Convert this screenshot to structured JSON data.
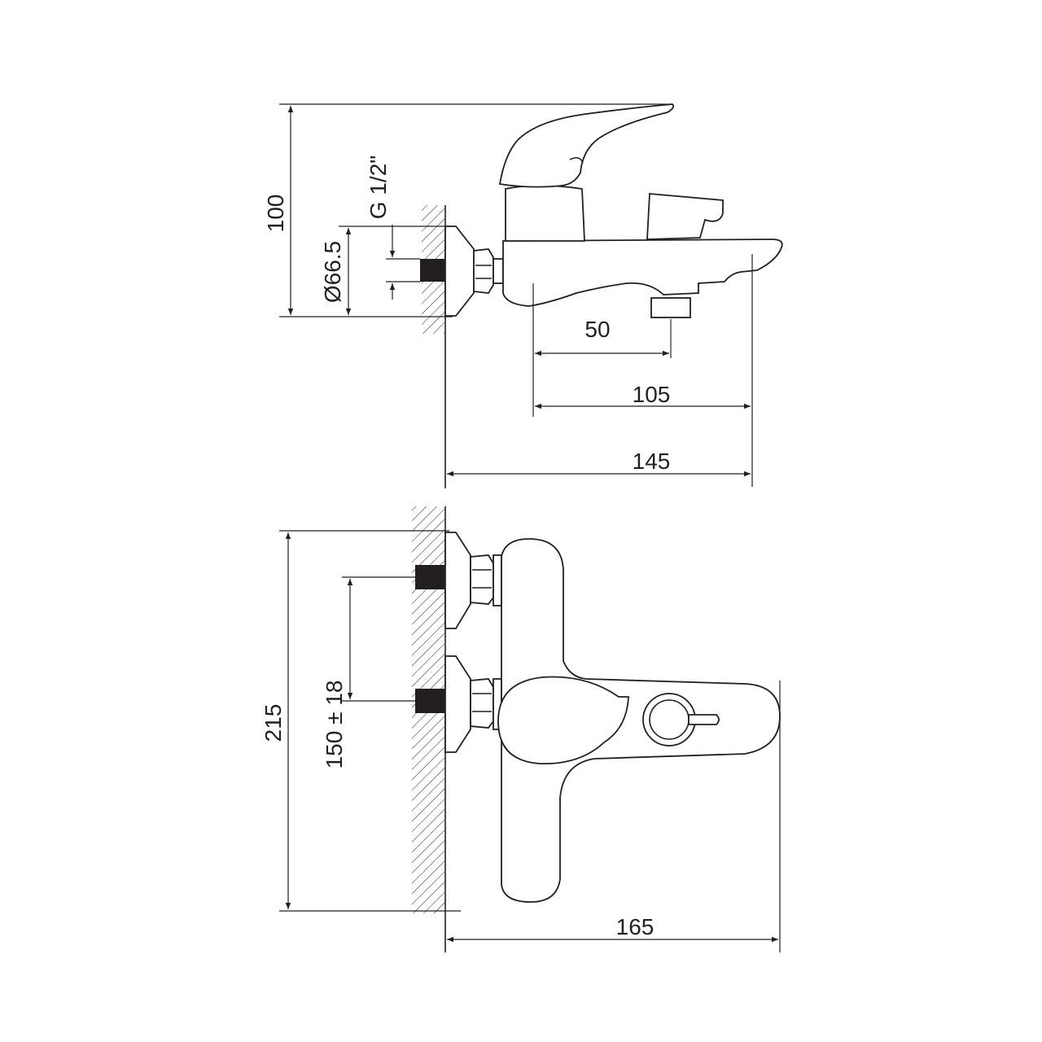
{
  "side_view": {
    "dim_height": "100",
    "dim_flange_diameter": "Ø66.5",
    "dim_thread": "G 1/2\"",
    "dim_diverter": "50",
    "dim_spout": "105",
    "dim_projection": "145"
  },
  "top_view": {
    "dim_width": "215",
    "dim_centers": "150 ± 18",
    "dim_depth": "165"
  }
}
